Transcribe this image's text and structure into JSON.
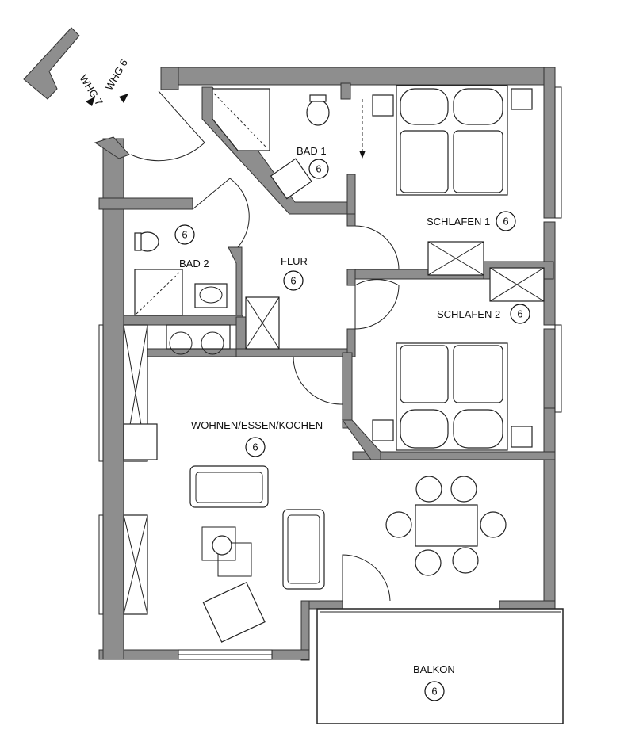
{
  "rooms": {
    "bad1": {
      "label": "BAD 1",
      "number": "6"
    },
    "bad2": {
      "label": "BAD 2",
      "number": "6"
    },
    "flur": {
      "label": "FLUR",
      "number": "6"
    },
    "schlafen1": {
      "label": "SCHLAFEN 1",
      "number": "6"
    },
    "schlafen2": {
      "label": "SCHLAFEN 2",
      "number": "6"
    },
    "wohnen": {
      "label": "WOHNEN/ESSEN/KOCHEN",
      "number": "6"
    },
    "balkon": {
      "label": "BALKON",
      "number": "6"
    }
  },
  "apartments": {
    "whg7": "WHG 7",
    "whg6": "WHG 6"
  },
  "colors": {
    "wall": "#8e8e8e",
    "line": "#222222",
    "background": "#ffffff"
  }
}
